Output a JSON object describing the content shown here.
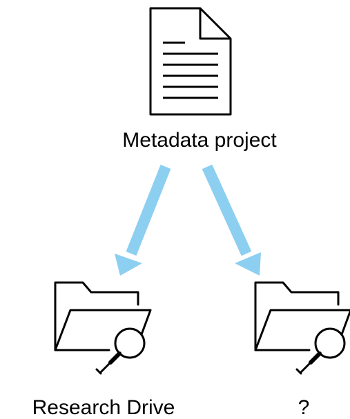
{
  "nodes": {
    "top": {
      "label": "Metadata project",
      "icon": "document-icon"
    },
    "left": {
      "label": "Research Drive",
      "icon": "folder-search-icon"
    },
    "right": {
      "label": "?",
      "icon": "folder-search-icon"
    }
  },
  "edges": [
    {
      "from": "top",
      "to": "left"
    },
    {
      "from": "top",
      "to": "right"
    }
  ],
  "colors": {
    "arrow": "#8ccff0",
    "stroke": "#000000"
  }
}
